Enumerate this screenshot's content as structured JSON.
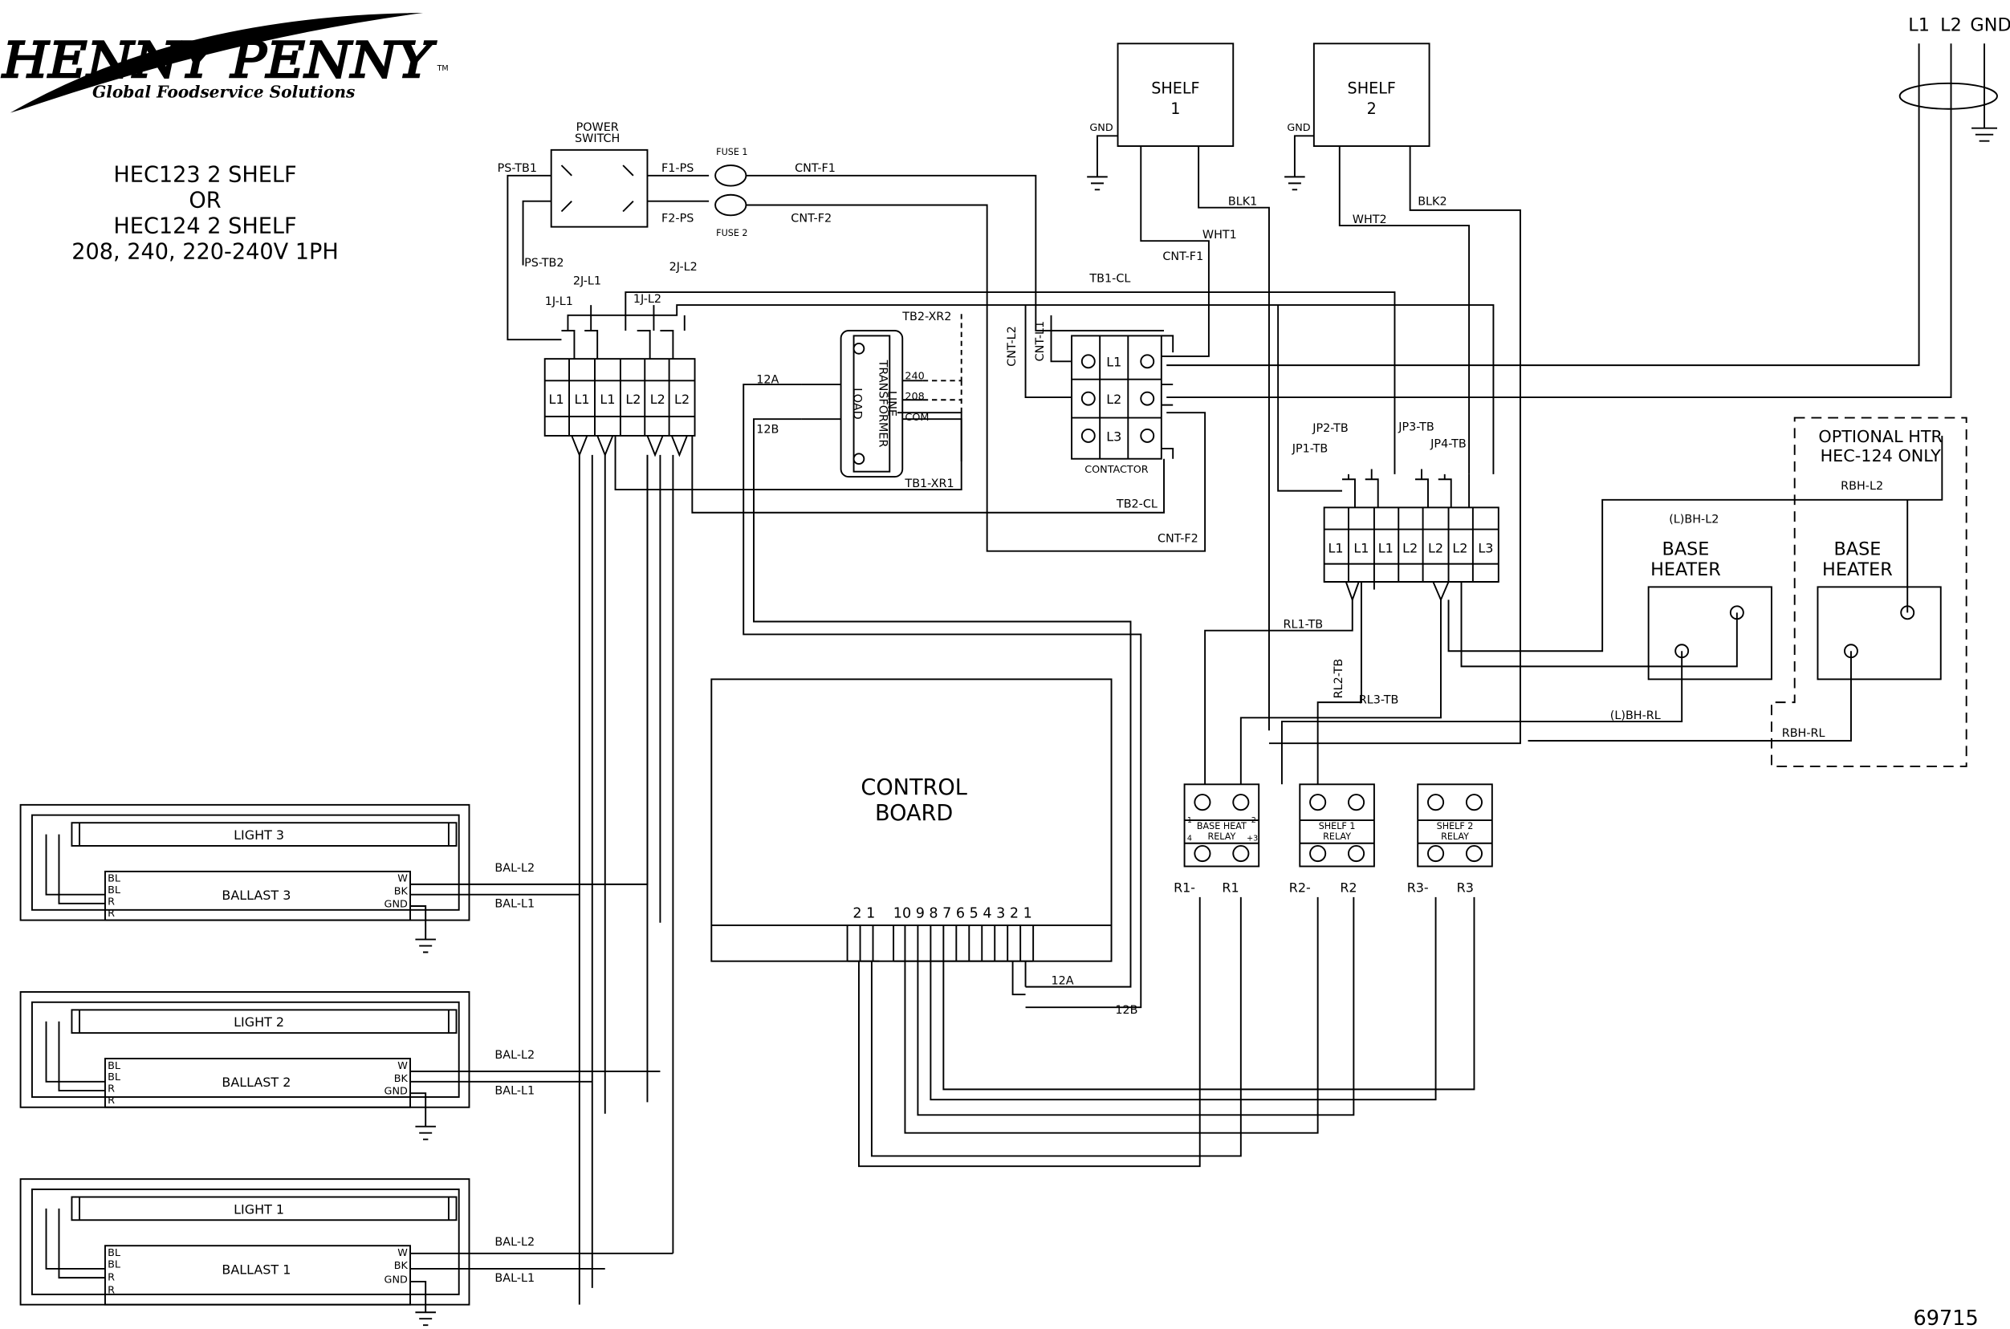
{
  "brand": {
    "name": "HENNY PENNY",
    "tm": "TM",
    "tagline": "Global Foodservice Solutions"
  },
  "title": {
    "line1": "HEC123 2 SHELF",
    "line2": "OR",
    "line3": "HEC124 2 SHELF",
    "line4": "208, 240, 220-240V 1PH"
  },
  "drawing_number": "69715",
  "supply": {
    "l1": "L1",
    "l2": "L2",
    "gnd": "GND"
  },
  "power_switch": {
    "line1": "POWER",
    "line2": "SWITCH"
  },
  "fuses": {
    "fuse1": "FUSE 1",
    "fuse2": "FUSE 2"
  },
  "shelves": {
    "shelf1": {
      "name": "SHELF",
      "num": "1",
      "gnd": "GND"
    },
    "shelf2": {
      "name": "SHELF",
      "num": "2",
      "gnd": "GND"
    }
  },
  "transformer": {
    "name": "TRANSFORMER",
    "load": "LOAD",
    "line": "LINE",
    "taps": [
      "240",
      "208",
      "COM"
    ]
  },
  "contactor": {
    "name": "CONTACTOR",
    "terminals": [
      "L1",
      "L2",
      "L3"
    ]
  },
  "terminal_block_left": [
    "L1",
    "L1",
    "L1",
    "L2",
    "L2",
    "L2"
  ],
  "terminal_block_right": [
    "L1",
    "L1",
    "L1",
    "L2",
    "L2",
    "L2",
    "L3"
  ],
  "control_board": {
    "line1": "CONTROL",
    "line2": "BOARD",
    "pins_left": "2 1",
    "pins_right": "10 9 8 7 6 5 4 3 2 1"
  },
  "relays": [
    {
      "name1": "BASE HEAT",
      "name2": "RELAY",
      "neg": "R1-",
      "pos": "R1"
    },
    {
      "name1": "SHELF 1",
      "name2": "RELAY",
      "neg": "R2-",
      "pos": "R2"
    },
    {
      "name1": "SHELF 2",
      "name2": "RELAY",
      "neg": "R3-",
      "pos": "R3"
    }
  ],
  "relay_pins": {
    "p1": "1",
    "p2": "2",
    "p3": "+3",
    "p4": "4"
  },
  "base_heaters": {
    "h1": {
      "line1": "BASE",
      "line2": "HEATER"
    },
    "h2": {
      "line1": "BASE",
      "line2": "HEATER"
    }
  },
  "optional_box": {
    "line1": "OPTIONAL HTR",
    "line2": "HEC-124 ONLY"
  },
  "lights": [
    {
      "lamp": "LIGHT 3",
      "ballast": "BALLAST 3"
    },
    {
      "lamp": "LIGHT 2",
      "ballast": "BALLAST 2"
    },
    {
      "lamp": "LIGHT 1",
      "ballast": "BALLAST 1"
    }
  ],
  "ballast_pins_left": [
    "BL",
    "BL",
    "R",
    "R"
  ],
  "ballast_pins_right": [
    "W",
    "BK",
    "GND"
  ],
  "wires": {
    "ps_tb1": "PS-TB1",
    "ps_tb2": "PS-TB2",
    "f1_ps": "F1-PS",
    "f2_ps": "F2-PS",
    "cnt_f1": "CNT-F1",
    "cnt_f2": "CNT-F2",
    "cnt_f1_b": "CNT-F1",
    "cnt_f2_b": "CNT-F2",
    "j2_l1": "2J-L1",
    "j2_l2": "2J-L2",
    "j1_l1": "1J-L1",
    "j1_l2": "1J-L2",
    "tb2_xr2": "TB2-XR2",
    "tb1_xr1": "TB1-XR1",
    "tb1_cl": "TB1-CL",
    "tb2_cl": "TB2-CL",
    "cnt_l1": "CNT-L1",
    "cnt_l2": "CNT-L2",
    "w12a": "12A",
    "w12b": "12B",
    "w12a_b": "12A",
    "w12b_b": "12B",
    "blk1": "BLK1",
    "wht1": "WHT1",
    "wht2": "WHT2",
    "blk2": "BLK2",
    "jp1": "JP1-TB",
    "jp2": "JP2-TB",
    "jp3": "JP3-TB",
    "jp4": "JP4-TB",
    "rl1": "RL1-TB",
    "rl2": "RL2-TB",
    "rl3": "RL3-TB",
    "bh_l2": "(L)BH-L2",
    "bh_rl": "(L)BH-RL",
    "rbh_l2": "RBH-L2",
    "rbh_rl": "RBH-RL",
    "bal_l2": "BAL-L2",
    "bal_l1": "BAL-L1"
  }
}
